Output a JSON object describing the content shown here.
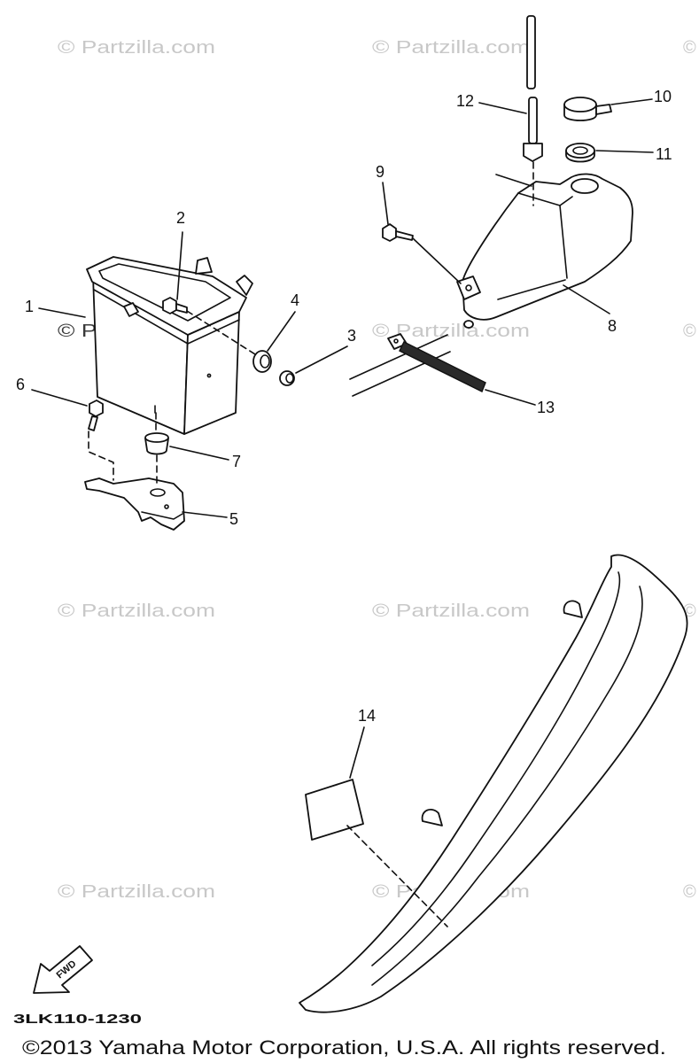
{
  "watermark": {
    "text": "© Partzilla.com",
    "partial": "©"
  },
  "callouts": [
    "1",
    "2",
    "3",
    "4",
    "5",
    "6",
    "7",
    "8",
    "9",
    "10",
    "11",
    "12",
    "13",
    "14"
  ],
  "fwd_label": "FWD",
  "diagram_code": "3LK110-1230",
  "copyright": "©2013 Yamaha Motor Corporation, U.S.A. All rights reserved.",
  "colors": {
    "line": "#111111",
    "watermark": "#c8c8c8",
    "background": "#ffffff"
  }
}
